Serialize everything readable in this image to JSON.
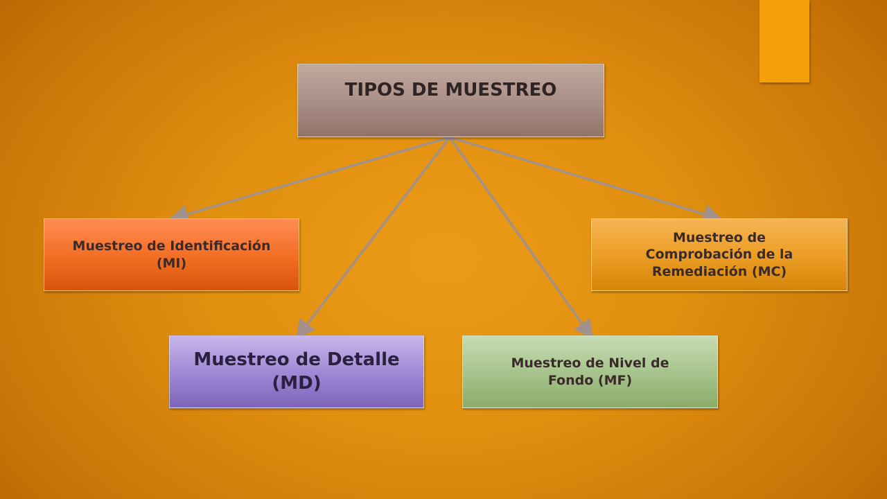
{
  "diagram": {
    "root": {
      "label": "TIPOS DE MUESTREO"
    },
    "children": [
      {
        "id": "mi",
        "lines": [
          "Muestreo de Identificación",
          "(MI)"
        ]
      },
      {
        "id": "mc",
        "lines": [
          "Muestreo de",
          "Comprobación de la",
          "Remediación (MC)"
        ]
      },
      {
        "id": "md",
        "lines": [
          "Muestreo de Detalle",
          "(MD)"
        ]
      },
      {
        "id": "mf",
        "lines": [
          "Muestreo de Nivel de",
          "Fondo (MF)"
        ]
      }
    ]
  },
  "colors": {
    "background": "#e0900f",
    "accent_bar": "#f5a00a",
    "root_box": "#a98e85",
    "mi_box": "#f26d22",
    "mc_box": "#eb9c22",
    "md_box": "#9d86d4",
    "mf_box": "#a5c28a",
    "arrow": "#a2908a"
  }
}
